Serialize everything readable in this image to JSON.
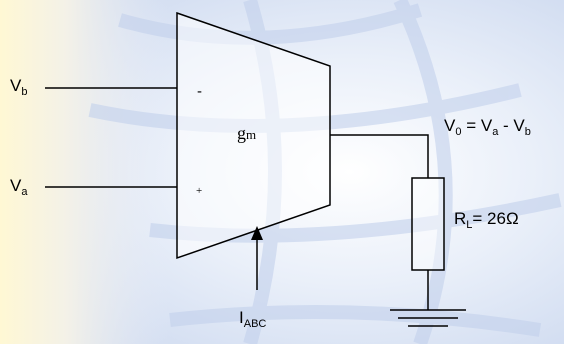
{
  "diagram": {
    "inputs": {
      "inverting": {
        "name": "V",
        "sub": "b",
        "sign": "-"
      },
      "noninverting": {
        "name": "V",
        "sub": "a",
        "sign": "+"
      }
    },
    "amplifier": {
      "gain": "g",
      "gain_sub": "m"
    },
    "output": {
      "expr_lhs": "V",
      "expr_lhs_sub": "0",
      "expr_eq": " = V",
      "expr_a_sub": "a",
      "expr_minus": " - V",
      "expr_b_sub": "b"
    },
    "load": {
      "name": "R",
      "sub": "L",
      "value": "= 26Ω"
    },
    "bias": {
      "name": "I",
      "sub": "ABC"
    }
  }
}
